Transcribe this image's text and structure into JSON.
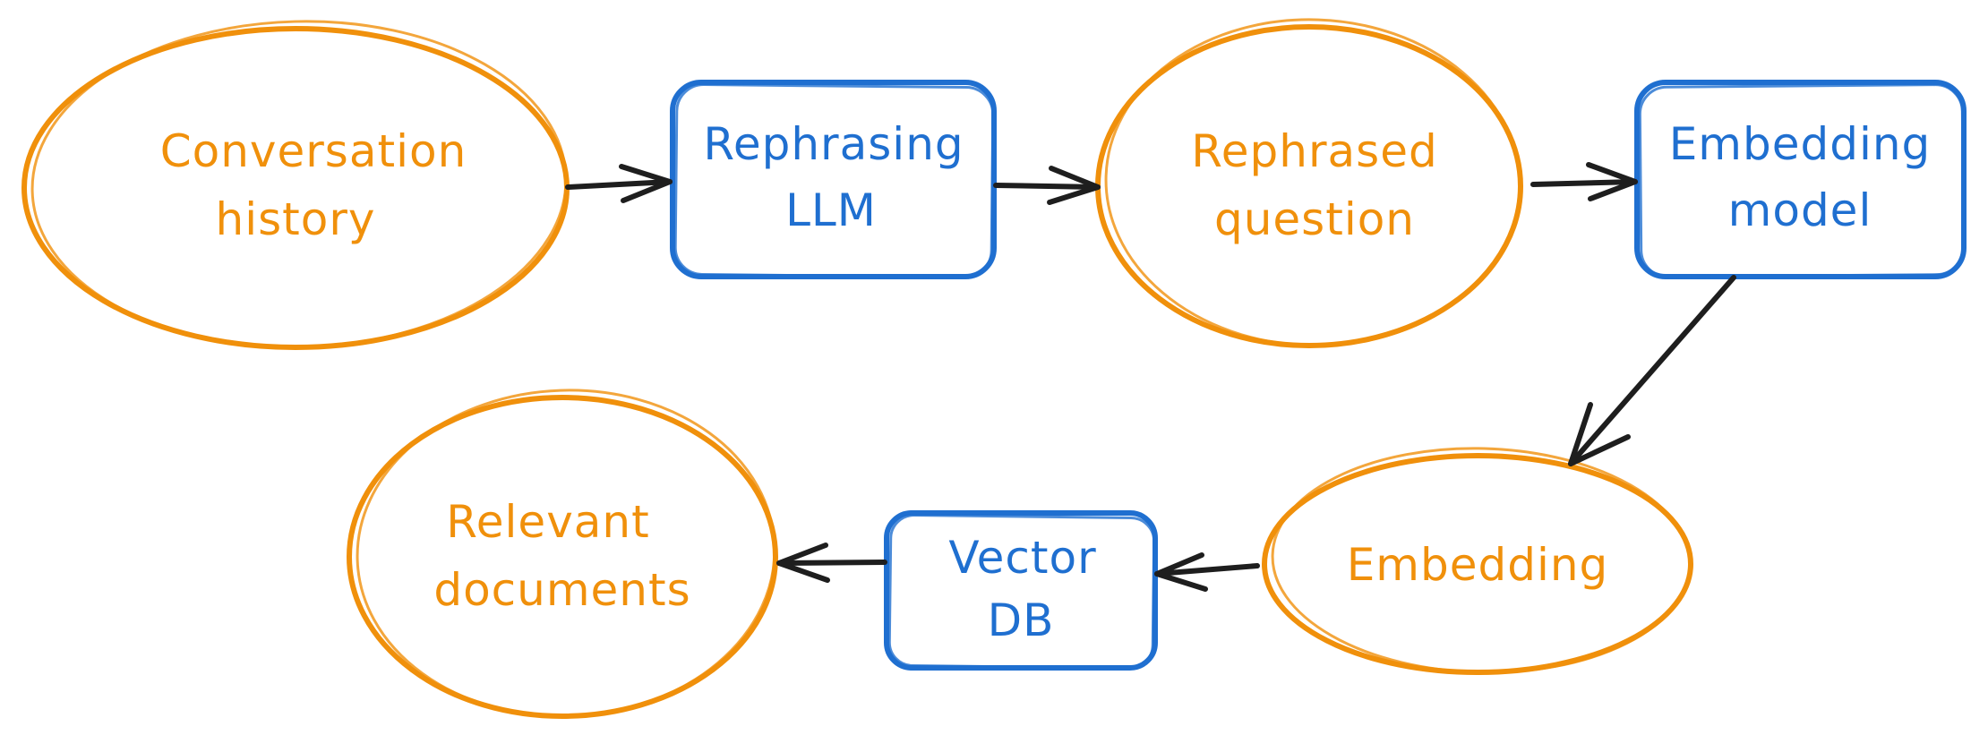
{
  "colors": {
    "ellipse_stroke": "#f0900b",
    "ellipse_text": "#f0900b",
    "box_stroke": "#1f6fd0",
    "box_text": "#1f6fd0",
    "arrow": "#1e1e1e"
  },
  "nodes": {
    "conversation_history": {
      "shape": "ellipse",
      "line1": "Conversation",
      "line2": "history"
    },
    "rephrasing_llm": {
      "shape": "box",
      "line1": "Rephrasing",
      "line2": "LLM"
    },
    "rephrased_question": {
      "shape": "ellipse",
      "line1": "Rephrased",
      "line2": "question"
    },
    "embedding_model": {
      "shape": "box",
      "line1": "Embedding",
      "line2": "model"
    },
    "embedding": {
      "shape": "ellipse",
      "line1": "Embedding"
    },
    "vector_db": {
      "shape": "box",
      "line1": "Vector",
      "line2": "DB"
    },
    "relevant_documents": {
      "shape": "ellipse",
      "line1": "Relevant",
      "line2": "documents"
    }
  },
  "edges": [
    {
      "from": "conversation_history",
      "to": "rephrasing_llm"
    },
    {
      "from": "rephrasing_llm",
      "to": "rephrased_question"
    },
    {
      "from": "rephrased_question",
      "to": "embedding_model"
    },
    {
      "from": "embedding_model",
      "to": "embedding"
    },
    {
      "from": "embedding",
      "to": "vector_db"
    },
    {
      "from": "vector_db",
      "to": "relevant_documents"
    }
  ]
}
